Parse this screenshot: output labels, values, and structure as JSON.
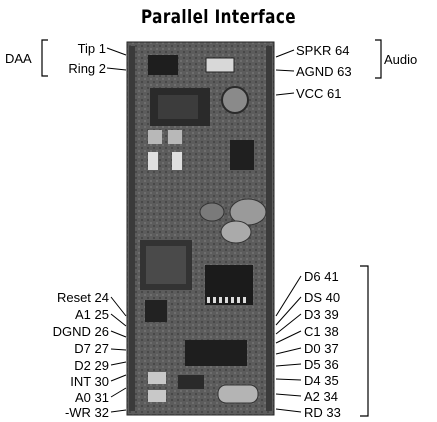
{
  "title": "Parallel Interface",
  "groups": {
    "daa": "DAA",
    "audio": "Audio"
  },
  "pins_left_top": [
    "Tip 1",
    "Ring 2"
  ],
  "pins_right_top": [
    "SPKR 64",
    "AGND 63",
    "VCC 61"
  ],
  "pins_left_bottom": [
    "Reset 24",
    "A1 25",
    "DGND 26",
    "D7 27",
    "D2 29",
    "INT 30",
    "A0 31",
    "-WR 32"
  ],
  "pins_right_bottom": [
    "D6 41",
    "DS 40",
    "D3 39",
    "C1 38",
    "D0 37",
    "D5 36",
    "D4 35",
    "A2 34",
    "RD 33"
  ],
  "colors": {
    "board": "#5a5a5a",
    "board_dark": "#2e2e2e",
    "chip": "#1e1e1e",
    "line": "#000000"
  }
}
